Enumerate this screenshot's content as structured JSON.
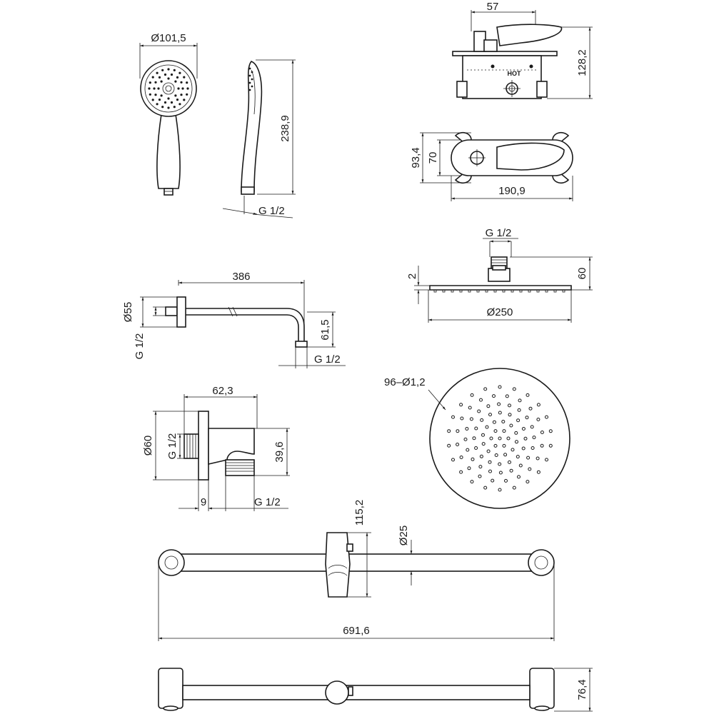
{
  "hand_shower": {
    "diameter": "Ø101,5",
    "length": "238,9",
    "thread": "G 1/2"
  },
  "mixer_body": {
    "lever_offset": "57",
    "depth": "128,2",
    "hot_label": "HOT"
  },
  "mixer_plate": {
    "height": "93,4",
    "inner_height": "70",
    "width": "190,9"
  },
  "overhead_shower": {
    "thread": "G 1/2",
    "thickness": "2",
    "height": "60",
    "diameter": "Ø250",
    "nozzles": "96–Ø1,2"
  },
  "shower_arm": {
    "length": "386",
    "flange_diameter": "Ø55",
    "wall_thread": "G 1/2",
    "drop": "61,5",
    "outlet_thread": "G 1/2"
  },
  "wall_outlet": {
    "length": "62,3",
    "flange_diameter": "Ø60",
    "inlet_thread": "G 1/2",
    "outlet_height": "39,6",
    "flange_thickness": "9",
    "outlet_thread": "G 1/2"
  },
  "slide_rail": {
    "holder_height": "115,2",
    "rod_diameter": "Ø25",
    "length": "691,6",
    "projection": "76,4"
  }
}
